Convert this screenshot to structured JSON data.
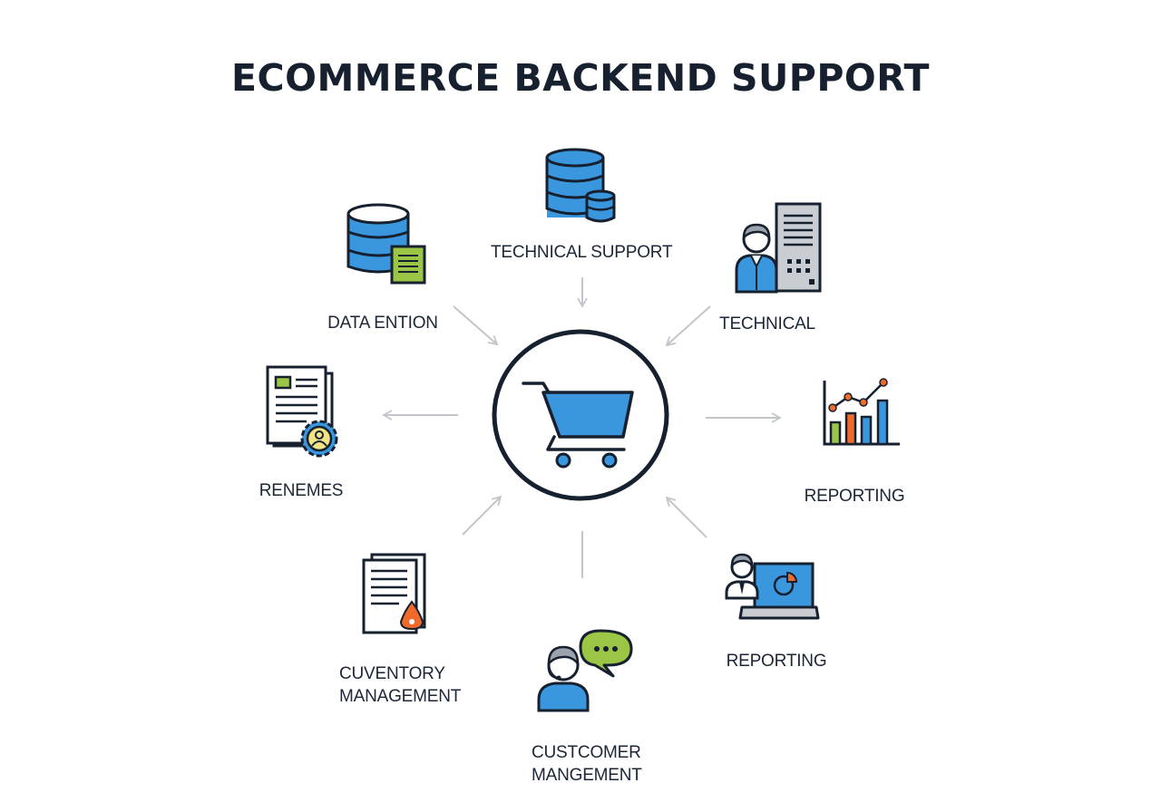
{
  "title": "ECOMMERCE BACKEND SUPPORT",
  "colors": {
    "blue": "#3a97de",
    "dark": "#1c2636",
    "green": "#9ac545",
    "orange": "#ef6a2b",
    "gray": "#c9cdd2",
    "arrow": "#c2c6cb"
  },
  "hub": {
    "icon": "shopping-cart-icon"
  },
  "nodes": {
    "top": {
      "label": "TECHNICAL SUPPORT",
      "icon": "database-stack-icon"
    },
    "top_left": {
      "label": "DATA ENTION",
      "icon": "database-document-icon"
    },
    "top_right": {
      "label": "TECHNICAL",
      "icon": "server-technician-icon"
    },
    "left": {
      "label": "RENEMES",
      "icon": "documents-gear-icon"
    },
    "right": {
      "label": "REPORTING",
      "icon": "bar-line-chart-icon"
    },
    "bottom_left": {
      "line1": "CUVENTORY",
      "line2": "MANAGEMENT",
      "icon": "documents-alert-icon"
    },
    "bottom": {
      "line1": "CUSTCOMER",
      "line2": "MANGEMENT",
      "icon": "customer-chat-icon"
    },
    "bottom_right": {
      "label": "REPORTING",
      "icon": "laptop-presenter-icon"
    }
  }
}
